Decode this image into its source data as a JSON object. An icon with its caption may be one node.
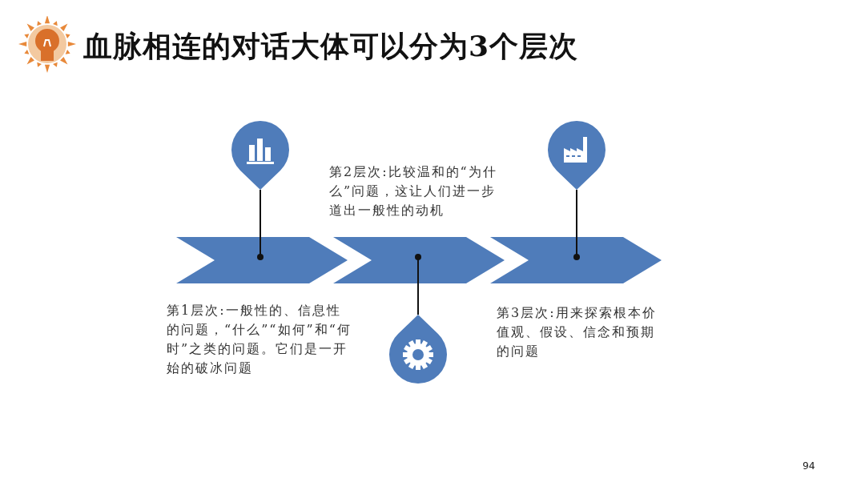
{
  "diagram": {
    "title": "血脉相连的对话大体可以分为3个层次",
    "nodes": [
      {
        "text": [],
        "shape": "chevron",
        "beside": [
          "第1层次:一般性的、信息性的问题，“什么”“如何”和“何时”之类的问题。它们是一开始的破冰问题"
        ]
      },
      {
        "text": [],
        "shape": "chevron",
        "beside": [
          "第2层次:比较温和的“为什么”问题，这让人们进一步道出一般性的动机"
        ]
      },
      {
        "text": [],
        "shape": "chevron",
        "beside": [
          "第3层次:用来探索根本价值观、假设、信念和预期的问题"
        ]
      },
      {
        "text": [],
        "shape": "pin"
      },
      {
        "text": [],
        "shape": "pin"
      },
      {
        "text": [],
        "shape": "pin"
      }
    ],
    "edges": [
      {
        "from": 3,
        "to": 0,
        "arrow": "other"
      },
      {
        "from": 4,
        "to": 1,
        "arrow": "other"
      },
      {
        "from": 5,
        "to": 2,
        "arrow": "other"
      }
    ],
    "labels": [
      "94"
    ]
  }
}
